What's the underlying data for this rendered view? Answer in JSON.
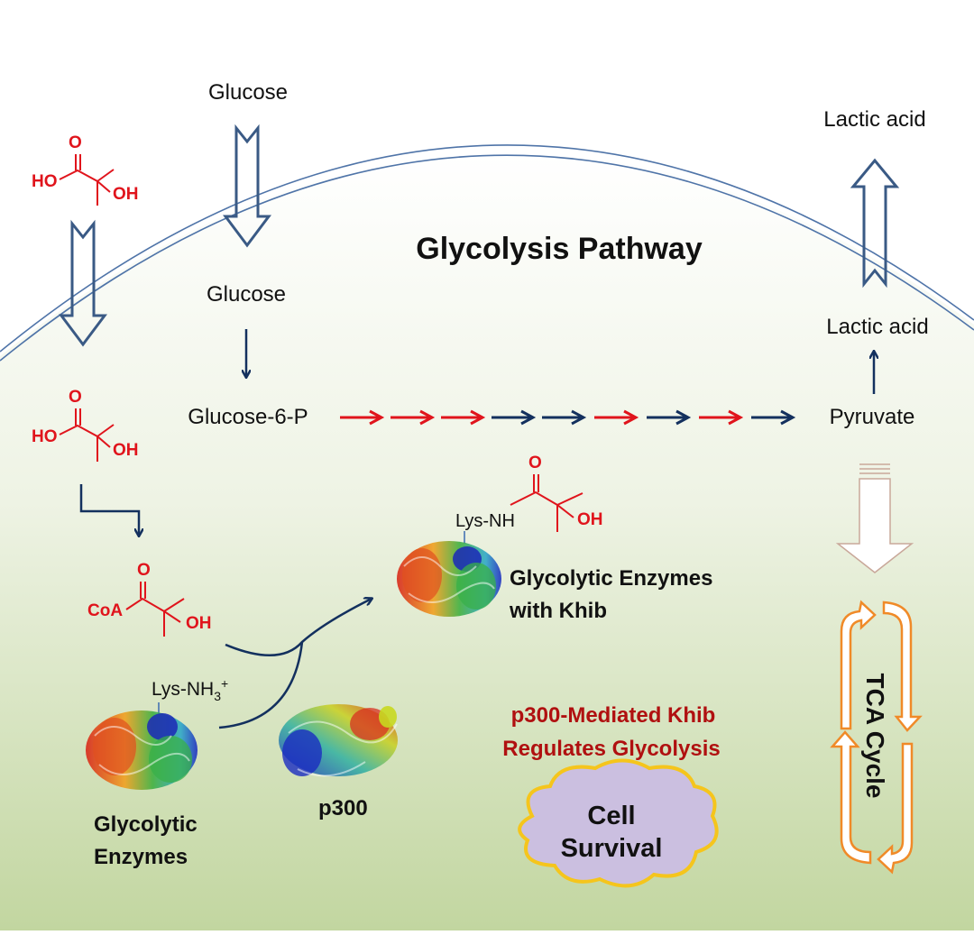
{
  "title": "Glycolysis Pathway",
  "labels": {
    "glucose_outside": "Glucose",
    "glucose_inside": "Glucose",
    "glucose_6p": "Glucose-6-P",
    "pyruvate": "Pyruvate",
    "lactic_inside": "Lactic acid",
    "lactic_outside": "Lactic acid",
    "lys_nh": "Lys-NH",
    "lys_nh3": "Lys-NH",
    "lys_nh3_sub": "3",
    "lys_nh3_sup": "+",
    "enzymes_khib_1": "Glycolytic Enzymes",
    "enzymes_khib_2": "with Khib",
    "enzymes_1": "Glycolytic",
    "enzymes_2": "Enzymes",
    "p300": "p300",
    "mediated_1": "p300-Mediated Khib",
    "mediated_2": "Regulates Glycolysis",
    "cell_1": "Cell",
    "cell_2": "Survival",
    "tca": "TCA Cycle"
  },
  "chem": {
    "o": "O",
    "ho": "HO",
    "oh": "OH",
    "coa": "CoA"
  },
  "colors": {
    "arrow_red": "#e0141c",
    "arrow_navy": "#13305e",
    "outline_blue": "#3a5a85",
    "tca_orange": "#f08a28",
    "cloud_fill": "#cbbfe0",
    "cloud_edge": "#f5c51c",
    "membrane": "#4f74a8"
  },
  "pathway_arrow_colors": [
    "red",
    "red",
    "red",
    "navy",
    "navy",
    "red",
    "navy",
    "red",
    "navy"
  ],
  "icons": [
    "block-arrow-down",
    "block-arrow-up",
    "hollow-arrow-down",
    "protein-structure",
    "cloud",
    "cycle-arrows"
  ]
}
